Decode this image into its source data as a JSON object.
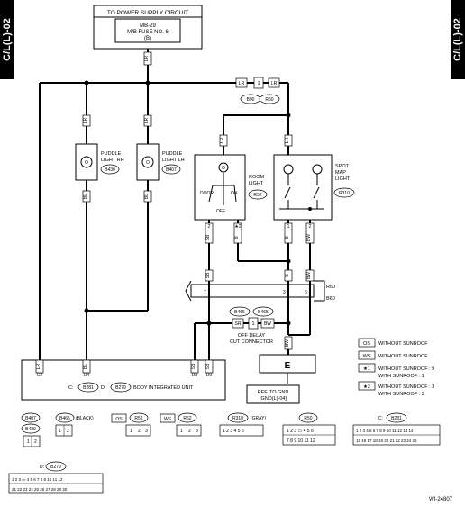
{
  "side_tab": "C/L(L)-02",
  "power": {
    "heading": "TO POWER SUPPLY CIRCUIT",
    "fuse_line1": "MB-29",
    "fuse_line2": "M/B FUSE NO. 6",
    "fuse_line3": "(B)",
    "wire": "LR"
  },
  "connectors_top": {
    "b90": "B90",
    "r50": "R50",
    "pin1": "1",
    "left_wire": "LR",
    "right_wire": "LR"
  },
  "puddle_rh": {
    "label1": "PUDDLE",
    "label2": "LIGHT RH",
    "id": "B430",
    "wire_top": "LR",
    "wire_bottom": "BL"
  },
  "puddle_lh": {
    "label1": "PUDDLE",
    "label2": "LIGHT LH",
    "id": "B407",
    "wire_top": "LR",
    "wire_bottom": "BL"
  },
  "room_light": {
    "label1": "ROOM",
    "label2": "LIGHT",
    "id": "R52",
    "door": "DOOR",
    "on": "ON",
    "off": "OFF",
    "wire_top": "LR",
    "pin_top": "1",
    "wire_bl": "SB",
    "pin_bl": "2",
    "wire_br": "B",
    "pin_br": "3",
    "star1": "★1",
    "star2": "★2"
  },
  "spot_light": {
    "label1": "SPOT",
    "label2": "MAP",
    "label3": "LIGHT",
    "id": "R310",
    "wire_top": "LR",
    "pin_top": "4",
    "wire_1": "B",
    "pin_1": "1",
    "wire_2": "BW",
    "pin_2": "2"
  },
  "harness": {
    "r60": "R60",
    "b60": "B60",
    "col1_wire": "SB",
    "col2_wire": "B",
    "col3_wire": "BW",
    "col1_pin_a": "7",
    "col2_pin_a": "3",
    "col3_pin_a": "6",
    "col1_pin_b": "7",
    "col2_pin_b": "3",
    "col3_pin_b": "6"
  },
  "delay_cut": {
    "b465a": "B465",
    "b465b": "B465",
    "wire_left": "SR",
    "pin": "1",
    "wire_right": "BW",
    "label1": "OFF DELAY",
    "label2": "CUT CONNECTOR",
    "wire_down": "BW",
    "ground": "E"
  },
  "gnd_ref": {
    "line1": "REF. TO GND",
    "line2": "[GND(L)-04]"
  },
  "biu": {
    "label": "BODY INTEGRATED UNIT",
    "c_prefix": "C:",
    "c_id": "B281",
    "d_prefix": "D:",
    "d_id": "B279",
    "pins": [
      {
        "wire": "LR",
        "pin": "C2"
      },
      {
        "wire": "BL",
        "pin": "D4"
      },
      {
        "wire": "SB",
        "pin": "D8"
      },
      {
        "wire": "SB",
        "pin": "D9"
      }
    ]
  },
  "legend": [
    {
      "code": "OS",
      "text": "WITHOUT SUNROOF",
      "val": ""
    },
    {
      "code": "WS",
      "text": "WITHOUT SUNROOF",
      "val": ""
    },
    {
      "code": "★1",
      "text": "WITHOUT SUNROOF : 9",
      "val": ""
    },
    {
      "code": "",
      "text": "WITH SUNROOF : 1",
      "val": ""
    },
    {
      "code": "★2",
      "text": "WITHOUT SUNROOF : 3",
      "val": ""
    },
    {
      "code": "",
      "text": "WITH SUNROOF : 3",
      "val": ""
    }
  ],
  "conn_views": {
    "b407": "B407",
    "b465": "B465",
    "black": "(BLACK)",
    "b430": "B430",
    "os": "OS",
    "r52a": "R52",
    "ws": "WS",
    "r52b": "R52",
    "r310": "R310",
    "gray": "(GRAY)",
    "r50": "R50",
    "c_prefix": "C:",
    "b281": "B281",
    "d_prefix": "D:",
    "b279": "B279"
  },
  "diagram_id": "WI-24807"
}
